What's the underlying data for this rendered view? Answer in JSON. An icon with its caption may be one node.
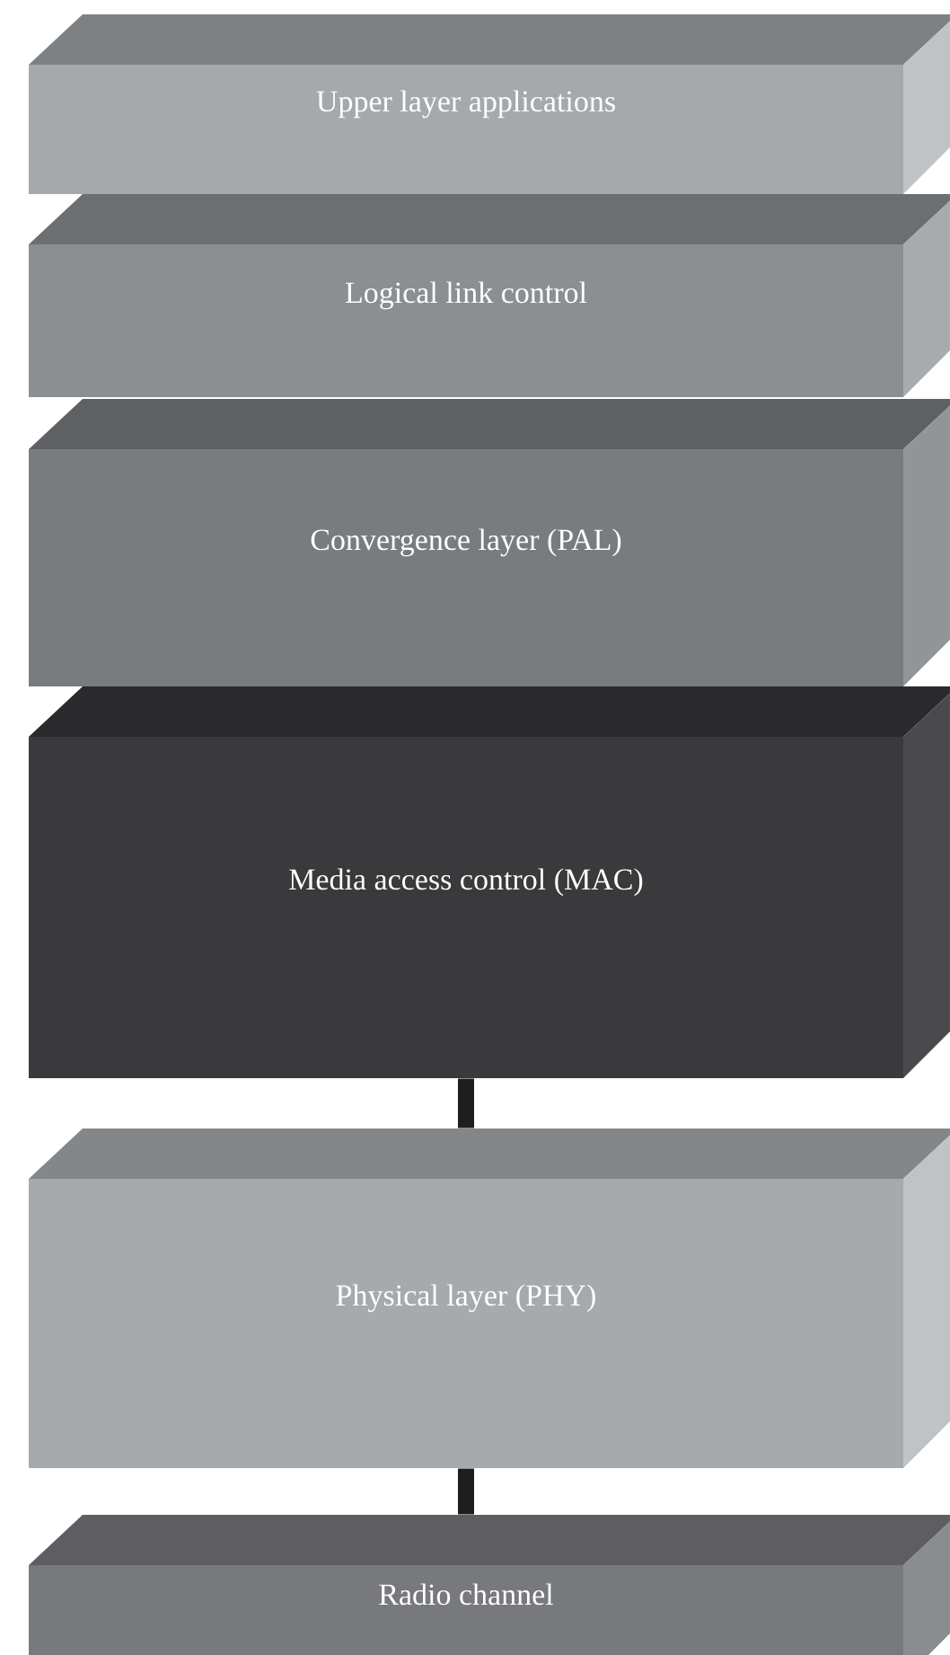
{
  "diagram": {
    "nodes": [
      {
        "text": [
          "Upper layer applications"
        ]
      },
      {
        "text": [
          "Logical link control"
        ]
      },
      {
        "text": [
          "Convergence layer (PAL)"
        ]
      },
      {
        "text": [
          "Media access control (MAC)"
        ]
      },
      {
        "text": [
          "Physical layer (PHY)"
        ]
      },
      {
        "text": [
          "Radio channel"
        ]
      }
    ],
    "edges": [
      {
        "from": 3,
        "to": 4,
        "arrow": "none"
      },
      {
        "from": 4,
        "to": 5,
        "arrow": "none"
      }
    ]
  }
}
